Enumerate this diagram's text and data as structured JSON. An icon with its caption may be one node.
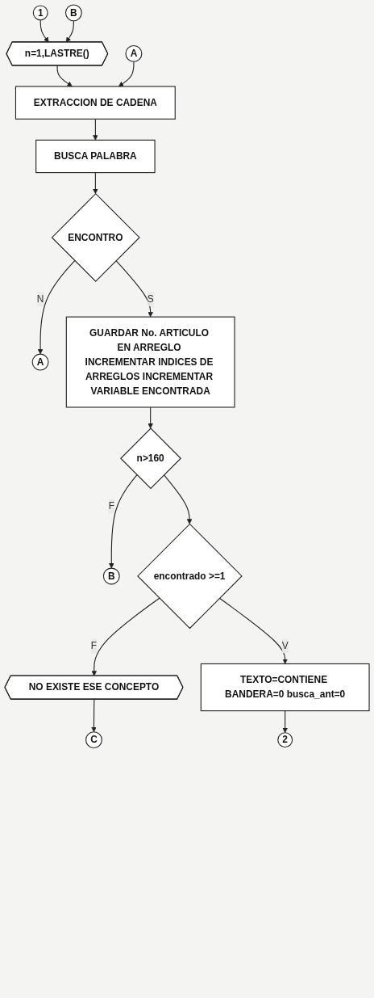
{
  "diagram": {
    "nodes": [
      {
        "text": [
          "1"
        ]
      },
      {
        "text": [
          "B"
        ]
      },
      {
        "text": [
          "n=1,LASTRE()"
        ]
      },
      {
        "text": [
          "A"
        ]
      },
      {
        "text": [
          "EXTRACCION DE CADENA"
        ]
      },
      {
        "text": [
          "BUSCA PALABRA"
        ]
      },
      {
        "text": [
          "ENCONTRO"
        ]
      },
      {
        "text": [
          "A"
        ]
      },
      {
        "text": [
          "GUARDAR No. ARTICULO EN ARREGLO INCREMENTAR INDICES DE ARREGLOS INCREMENTAR VARIABLE ENCONTRADA"
        ]
      },
      {
        "text": [
          "n>160"
        ]
      },
      {
        "text": [
          "B"
        ]
      },
      {
        "text": [
          "encontrado >=1"
        ]
      },
      {
        "text": [
          "NO EXISTE ESE CONCEPTO"
        ]
      },
      {
        "text": [
          "C"
        ]
      },
      {
        "text": [
          "TEXTO=CONTIENE BANDERA=0 busca_ant=0"
        ]
      },
      {
        "text": [
          "2"
        ]
      }
    ],
    "edges": [
      {
        "from": 0,
        "to": 2,
        "arrow": "to"
      },
      {
        "from": 1,
        "to": 2,
        "arrow": "to"
      },
      {
        "from": 2,
        "to": 4,
        "arrow": "to"
      },
      {
        "from": 3,
        "to": 4,
        "arrow": "to"
      },
      {
        "from": 4,
        "to": 5,
        "arrow": "to"
      },
      {
        "from": 5,
        "to": 6,
        "arrow": "to"
      },
      {
        "from": 6,
        "to": 7,
        "arrow": "to",
        "label": "N"
      },
      {
        "from": 6,
        "to": 8,
        "arrow": "to",
        "label": "S"
      },
      {
        "from": 8,
        "to": 9,
        "arrow": "to"
      },
      {
        "from": 9,
        "to": 10,
        "arrow": "to",
        "label": "F"
      },
      {
        "from": 9,
        "to": 11,
        "arrow": "to"
      },
      {
        "from": 11,
        "to": 12,
        "arrow": "to",
        "label": "F"
      },
      {
        "from": 12,
        "to": 13,
        "arrow": "to"
      },
      {
        "from": 11,
        "to": 14,
        "arrow": "to",
        "label": "V"
      },
      {
        "from": 14,
        "to": 15,
        "arrow": "to"
      }
    ]
  }
}
